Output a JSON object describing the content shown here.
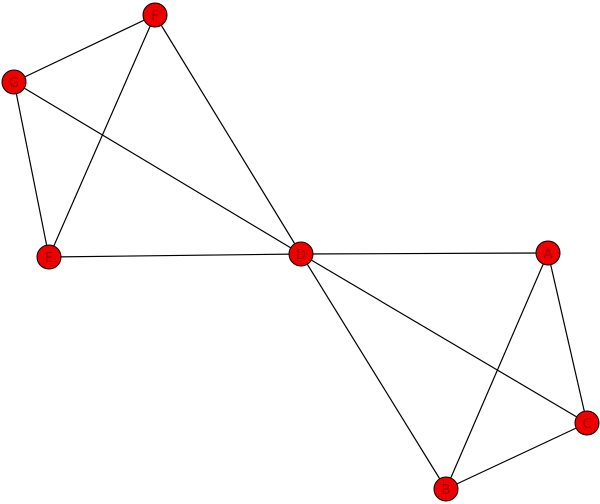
{
  "graph": {
    "node_color": "#ee0000",
    "label_color": "#990000",
    "edge_color": "#000000",
    "nodes": [
      {
        "id": "A",
        "label": "A"
      },
      {
        "id": "B",
        "label": "B"
      },
      {
        "id": "C",
        "label": "C"
      },
      {
        "id": "D",
        "label": "D"
      },
      {
        "id": "E",
        "label": "E"
      },
      {
        "id": "F",
        "label": "F"
      },
      {
        "id": "G",
        "label": "G"
      }
    ],
    "edges": [
      [
        "F",
        "G"
      ],
      [
        "G",
        "E"
      ],
      [
        "E",
        "F"
      ],
      [
        "G",
        "D"
      ],
      [
        "F",
        "D"
      ],
      [
        "E",
        "D"
      ],
      [
        "D",
        "A"
      ],
      [
        "D",
        "C"
      ],
      [
        "D",
        "B"
      ],
      [
        "A",
        "B"
      ],
      [
        "A",
        "C"
      ],
      [
        "B",
        "C"
      ]
    ]
  }
}
